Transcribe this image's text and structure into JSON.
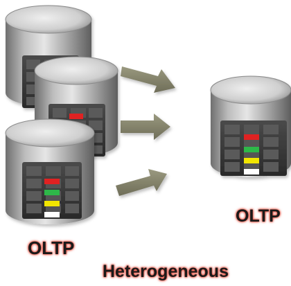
{
  "labels": {
    "source_label": "OLTP",
    "target_label": "OLTP",
    "caption": "Heterogeneous"
  },
  "icons": {
    "source_databases": [
      "database-icon",
      "database-icon",
      "database-icon"
    ],
    "target_database": "database-icon",
    "flow_arrows": [
      "arrow-right-icon",
      "arrow-right-icon",
      "arrow-right-icon"
    ]
  },
  "colors": {
    "drum_light": "#dcdcdc",
    "drum_dark": "#707070",
    "arrow": "#8b8a74",
    "indicator_red": "#e02020",
    "indicator_green": "#2eb84a",
    "indicator_yellow": "#f2e600",
    "indicator_white": "#ffffff",
    "label_glow": "#e24b3a"
  }
}
